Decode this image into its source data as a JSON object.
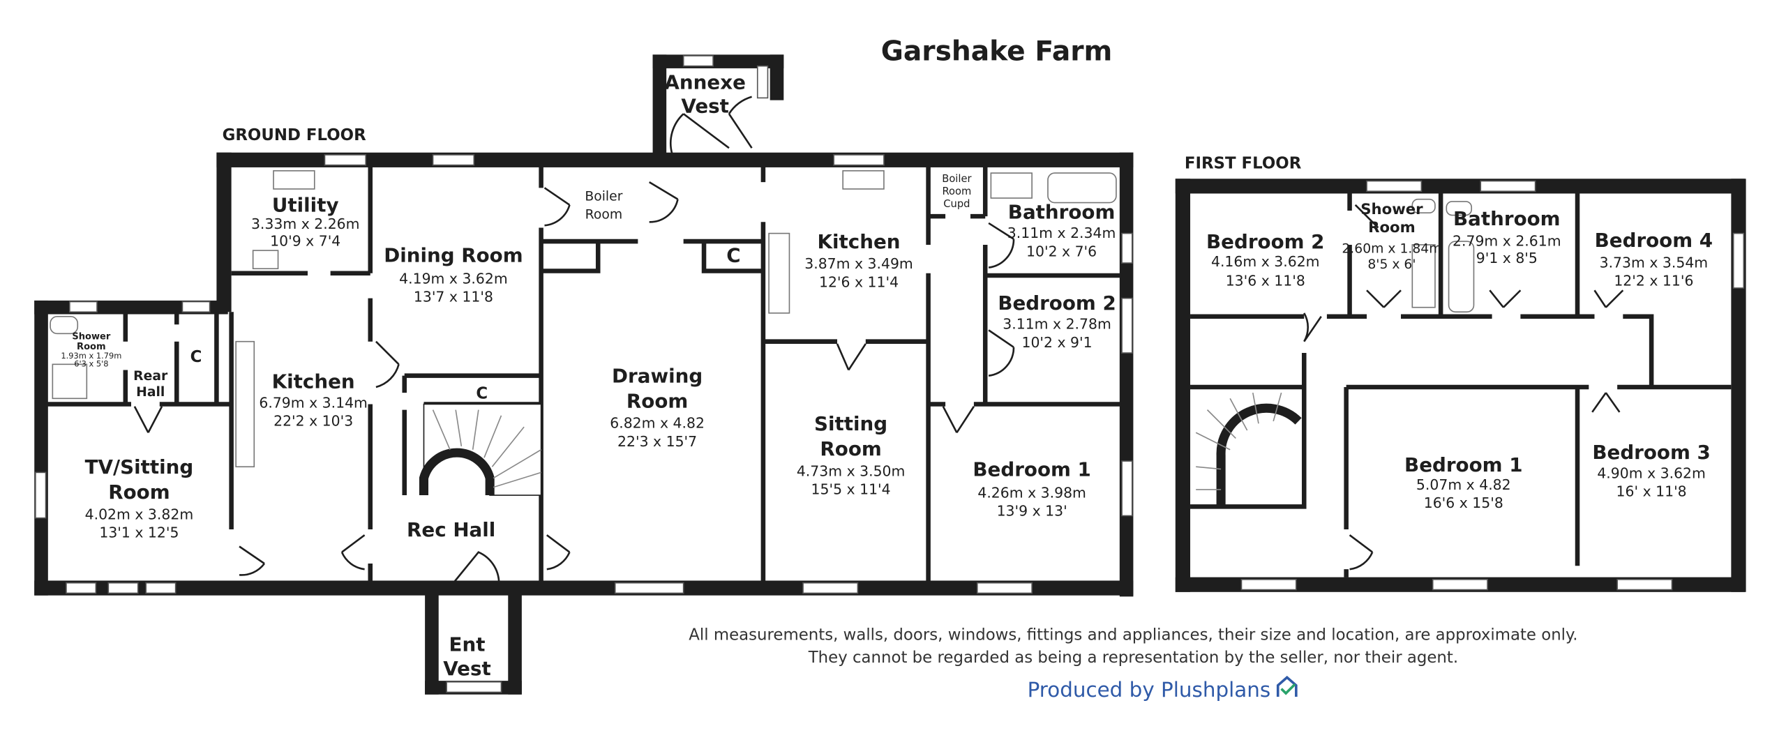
{
  "title": "Garshake Farm",
  "ground_floor": {
    "label": "GROUND FLOOR",
    "rooms": [
      {
        "name": "Utility",
        "metric": "3.33m x 2.26m",
        "imperial": "10'9 x 7'4"
      },
      {
        "name": "Dining Room",
        "metric": "4.19m x 3.62m",
        "imperial": "13'7 x 11'8"
      },
      {
        "name_lines": [
          "Boiler",
          "Room"
        ]
      },
      {
        "name": "C"
      },
      {
        "name": "Kitchen",
        "metric": "3.87m x 3.49m",
        "imperial": "12'6 x 11'4"
      },
      {
        "name_lines": [
          "Boiler",
          "Room",
          "Cupd"
        ]
      },
      {
        "name": "Bathroom",
        "metric": "3.11m x 2.34m",
        "imperial": "10'2 x 7'6"
      },
      {
        "name": "Bedroom 2",
        "metric": "3.11m x 2.78m",
        "imperial": "10'2 x 9'1"
      },
      {
        "name_lines": [
          "Shower",
          "Room"
        ],
        "metric": "1.93m x 1.79m",
        "imperial": "6'3 x 5'8"
      },
      {
        "name_lines": [
          "Rear",
          "Hall"
        ]
      },
      {
        "name": "C"
      },
      {
        "name": "Kitchen",
        "metric": "6.79m x 3.14m",
        "imperial": "22'2 x 10'3"
      },
      {
        "name": "C"
      },
      {
        "name_lines": [
          "Drawing",
          "Room"
        ],
        "metric": "6.82m x 4.82",
        "imperial": "22'3 x 15'7"
      },
      {
        "name_lines": [
          "Sitting",
          "Room"
        ],
        "metric": "4.73m x 3.50m",
        "imperial": "15'5 x 11'4"
      },
      {
        "name": "Bedroom 1",
        "metric": "4.26m x 3.98m",
        "imperial": "13'9 x 13'"
      },
      {
        "name_lines": [
          "TV/Sitting",
          "Room"
        ],
        "metric": "4.02m x 3.82m",
        "imperial": "13'1 x 12'5"
      },
      {
        "name": "Rec Hall"
      },
      {
        "name_lines": [
          "Ent",
          "Vest"
        ]
      },
      {
        "name_lines": [
          "Annexe",
          "Vest"
        ]
      }
    ]
  },
  "first_floor": {
    "label": "FIRST FLOOR",
    "rooms": [
      {
        "name": "Bedroom 2",
        "metric": "4.16m x 3.62m",
        "imperial": "13'6 x 11'8"
      },
      {
        "name_lines": [
          "Shower",
          "Room"
        ],
        "metric": "2.60m x 1.84m",
        "imperial": "8'5 x 6'"
      },
      {
        "name": "Bathroom",
        "metric": "2.79m x 2.61m",
        "imperial": "9'1 x 8'5"
      },
      {
        "name": "Bedroom 4",
        "metric": "3.73m x 3.54m",
        "imperial": "12'2 x 11'6"
      },
      {
        "name": "Bedroom 1",
        "metric": "5.07m x 4.82",
        "imperial": "16'6 x 15'8"
      },
      {
        "name": "Bedroom 3",
        "metric": "4.90m x 3.62m",
        "imperial": "16' x 11'8"
      }
    ]
  },
  "disclaimer": [
    "All measurements, walls, doors, windows, fittings and appliances, their size and location, are approximate only.",
    "They cannot be regarded as being a representation by the seller, nor their agent."
  ],
  "credit": "Produced by Plushplans",
  "colors": {
    "wall": "#1e1e1e",
    "credit": "#2f5aa8",
    "logo_check": "#2aa36b"
  }
}
